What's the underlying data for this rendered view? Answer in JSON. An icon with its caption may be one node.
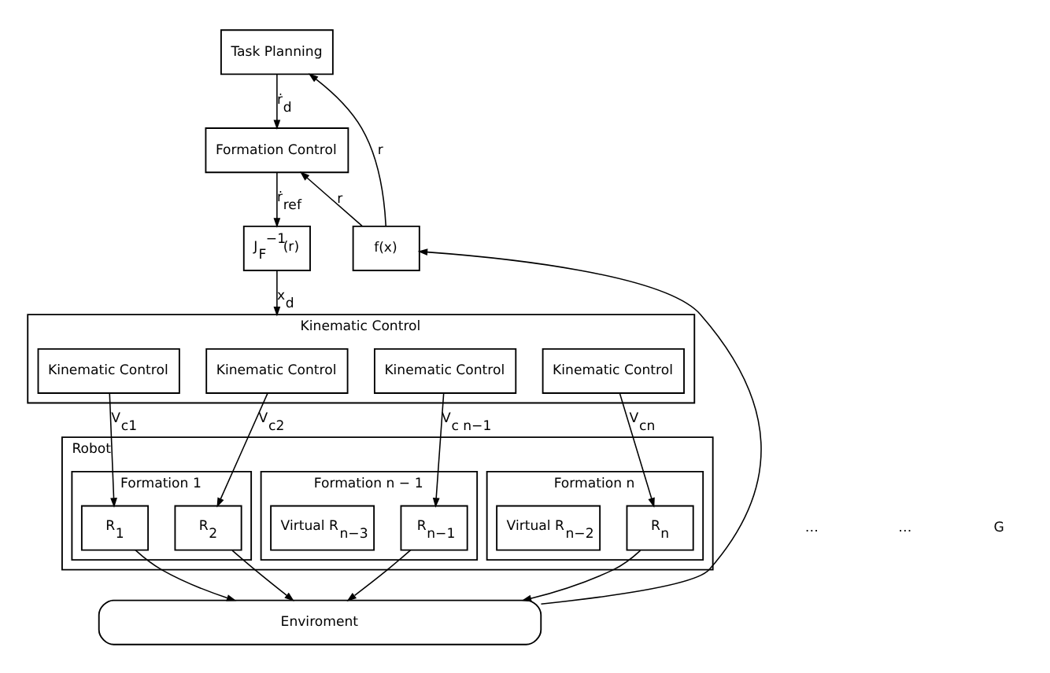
{
  "diagram": {
    "nodes": [
      {
        "text": [
          "Task Planning"
        ]
      },
      {
        "text": [
          "Formation Control"
        ]
      },
      {
        "text": [
          "J$_{F}$$^{−1}$(r)"
        ]
      },
      {
        "text": [
          "Kinematic Control"
        ]
      },
      {
        "text": [
          "Kinematic Control"
        ],
        "in": 3
      },
      {
        "text": [
          "Kinematic Control"
        ],
        "in": 3
      },
      {
        "text": [
          "Kinematic Control"
        ],
        "in": 3
      },
      {
        "text": [
          "Kinematic Control"
        ],
        "in": 3
      },
      {
        "text": [
          "Robot"
        ]
      },
      {
        "text": [
          "Formation 1"
        ],
        "in": 8
      },
      {
        "text": [
          "R$_{1}$"
        ],
        "in": 9
      },
      {
        "text": [
          "R$_{2}$"
        ],
        "in": 9
      },
      {
        "text": [
          "Formation n − 1"
        ],
        "in": 8
      },
      {
        "text": [
          "R$_{n−1}$"
        ],
        "in": 12
      },
      {
        "text": [
          "Virtual R$_{n−3}$"
        ],
        "in": 12
      },
      {
        "text": [
          "Formation n"
        ],
        "in": 8
      },
      {
        "text": [
          "R$_{n}$"
        ],
        "in": 15
      },
      {
        "text": [
          "Virtual R$_{n−2}$"
        ],
        "in": 15
      },
      {
        "text": [
          "Enviroment"
        ]
      },
      {
        "text": [
          "f(x)"
        ]
      }
    ],
    "edges": [
      {
        "from": 0,
        "to": 1,
        "arrow": "to",
        "label": "ṙ$_{d}$"
      },
      {
        "from": 1,
        "to": 2,
        "arrow": "to",
        "label": "ṙ$_{ref}$"
      },
      {
        "from": 2,
        "to": 3,
        "arrow": "to",
        "label": "x$_{d}$"
      },
      {
        "from": 4,
        "to": 10,
        "arrow": "to",
        "label": "V$_{c1}$"
      },
      {
        "from": 5,
        "to": 11,
        "arrow": "to",
        "label": "V$_{c2}$"
      },
      {
        "from": 6,
        "to": 13,
        "arrow": "to",
        "label": "V$_{c n−1}$"
      },
      {
        "from": 7,
        "to": 16,
        "arrow": "to",
        "label": "V$_{cn}$"
      },
      {
        "from": 10,
        "to": 18,
        "arrow": "to"
      },
      {
        "from": 11,
        "to": 18,
        "arrow": "to"
      },
      {
        "from": 13,
        "to": 18,
        "arrow": "to"
      },
      {
        "from": 16,
        "to": 18,
        "arrow": "to"
      },
      {
        "from": 18,
        "to": 19,
        "arrow": "to"
      },
      {
        "from": 19,
        "to": 0,
        "arrow": "to",
        "label": "r"
      },
      {
        "from": 19,
        "to": 1,
        "arrow": "to",
        "label": "r"
      }
    ],
    "labels": [
      "…",
      "…",
      "G"
    ]
  }
}
